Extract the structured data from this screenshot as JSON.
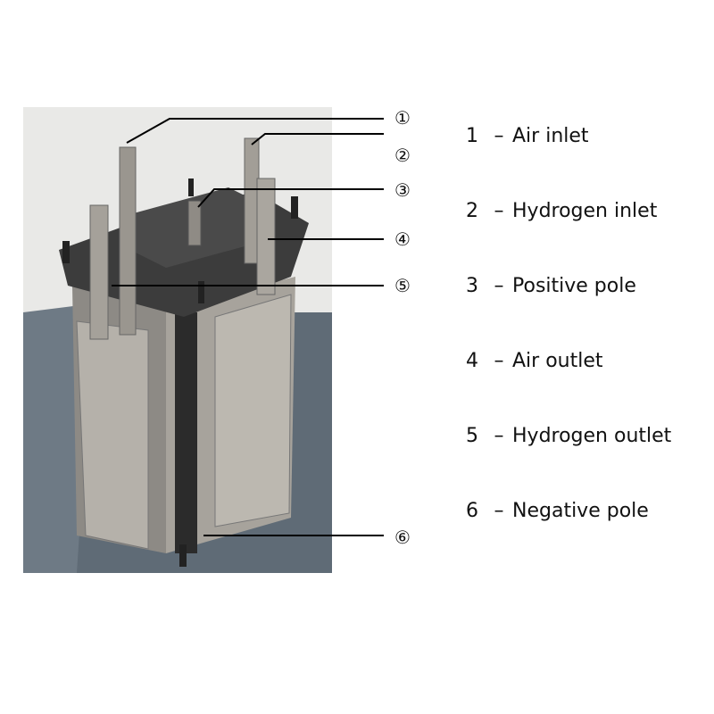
{
  "callouts": [
    "①",
    "②",
    "③",
    "④",
    "⑤",
    "⑥"
  ],
  "legend": [
    {
      "num": "1",
      "dash": "–",
      "label": "Air inlet"
    },
    {
      "num": "2",
      "dash": "–",
      "label": "Hydrogen inlet"
    },
    {
      "num": "3",
      "dash": "–",
      "label": "Positive pole"
    },
    {
      "num": "4",
      "dash": "–",
      "label": "Air outlet"
    },
    {
      "num": "5",
      "dash": "–",
      "label": "Hydrogen outlet"
    },
    {
      "num": "6",
      "dash": "–",
      "label": "Negative pole"
    }
  ]
}
